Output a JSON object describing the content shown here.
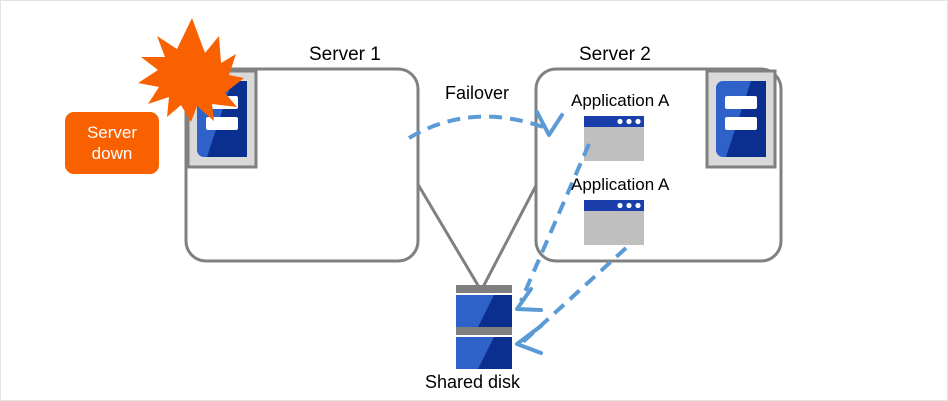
{
  "diagram": {
    "type": "cluster-failover-diagram",
    "background_color": "#ffffff",
    "border_color": "#e3e3e3"
  },
  "palette": {
    "server_box_border": "#808080",
    "server_icon_frame": "#808080",
    "server_icon_fill": "#d9d9d9",
    "server_icon_blue_light": "#2e62c8",
    "server_icon_blue_dark": "#0b2f8f",
    "window_titlebar": "#1a3faa",
    "window_body": "#bfbfbf",
    "disk_gray_bar": "#7f7f7f",
    "disk_blue_light": "#2e62c8",
    "disk_blue_dark": "#0b2f8f",
    "arrow_blue": "#5b9bd5",
    "alert_orange": "#f86000",
    "connector_gray": "#808080",
    "text_color": "#000000"
  },
  "nodes": {
    "server1": {
      "title": "Server 1",
      "icon_name": "server-tower-icon",
      "applications": []
    },
    "server2": {
      "title": "Server 2",
      "icon_name": "server-tower-icon",
      "applications": [
        {
          "label": "Application A",
          "icon_name": "app-window-icon"
        },
        {
          "label": "Application A",
          "icon_name": "app-window-icon"
        }
      ]
    },
    "shared_disk": {
      "label": "Shared disk",
      "icon_name": "disk-stack-icon",
      "units": 2
    }
  },
  "annotations": {
    "failover": {
      "label": "Failover",
      "style": "dashed-curved-arrow",
      "color": "#5b9bd5",
      "from": "server1",
      "to": "server2"
    },
    "server_down": {
      "label_line1": "Server",
      "label_line2": "down",
      "badge_color": "#f86000",
      "text_color": "#ffffff",
      "burst_icon_name": "lightning-burst-icon",
      "attached_to": "server1"
    },
    "disk_access": [
      {
        "from": "server2.application.0",
        "to": "shared_disk.unit.0",
        "style": "dashed-arrow",
        "color": "#5b9bd5"
      },
      {
        "from": "server2.application.1",
        "to": "shared_disk.unit.1",
        "style": "dashed-arrow",
        "color": "#5b9bd5"
      }
    ],
    "connectors": [
      {
        "from": "server1",
        "to": "shared_disk",
        "style": "solid-line",
        "color": "#808080"
      },
      {
        "from": "server2",
        "to": "shared_disk",
        "style": "solid-line",
        "color": "#808080"
      }
    ]
  }
}
